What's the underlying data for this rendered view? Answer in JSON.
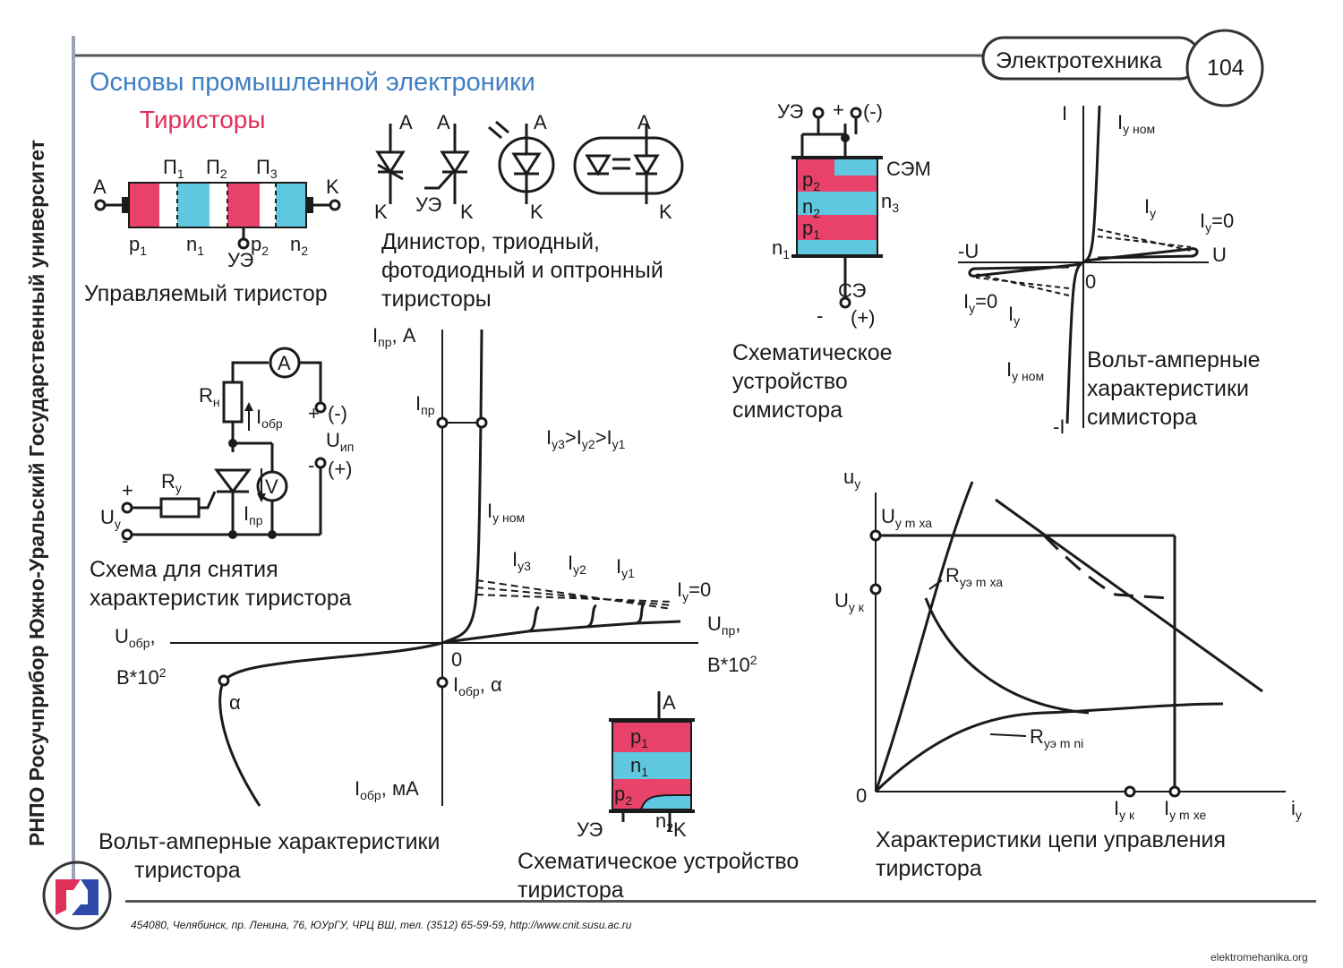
{
  "header": {
    "subject": "Электротехника",
    "page_number": "104",
    "title": "Основы промышленной электроники",
    "section": "Тиристоры"
  },
  "sidebar": {
    "vertical_text": "РНПО Росучприбор Южно-Уральский Государственный университет"
  },
  "footer": {
    "address": "454080, Челябинск, пр. Ленина, 76, ЮУрГУ, ЧРЦ ВШ, тел. (3512) 65-59-59, http://www.cnit.susu.ac.ru",
    "watermark": "elektromehanika.org"
  },
  "captions": {
    "controlled": "Управляемый тиристор",
    "types": [
      "Динистор, триодный,",
      "фотодиодный и оптронный",
      "тиристоры"
    ],
    "triac_struct": [
      "Схематическое",
      "устройство",
      "симистора"
    ],
    "triac_vac": [
      "Вольт-амперные",
      "характеристики",
      "симистора"
    ],
    "circuit": [
      "Схема для снятия",
      "характеристик тиристора"
    ],
    "thyristor_vac": [
      "Вольт-амперные характеристики",
      "тиристора"
    ],
    "thyristor_struct": [
      "Схематическое устройство",
      "тиристора"
    ],
    "control_chars": [
      "Характеристики цепи управления",
      "тиристора"
    ]
  },
  "colors": {
    "p_region": "#e8426b",
    "n_region": "#5fc8e0",
    "ink": "#1b1b1b",
    "title_blue": "#3f7fc4",
    "accent_red": "#e0305a"
  }
}
